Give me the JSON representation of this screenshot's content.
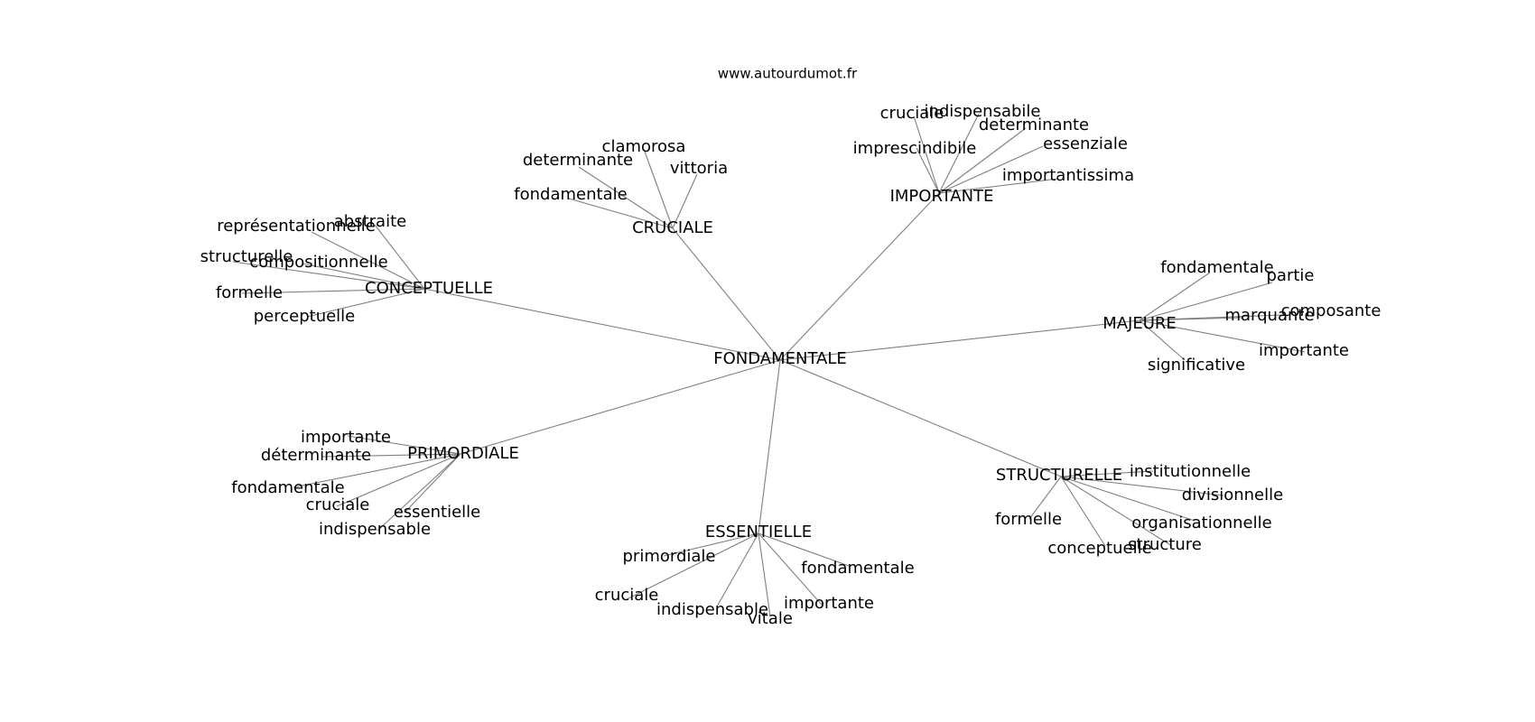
{
  "header": {
    "watermark": "www.autourdumot.fr"
  },
  "colors": {
    "edge": "#808080",
    "text": "#000000",
    "background": "#ffffff"
  },
  "graph": {
    "center": "FONDAMENTALE",
    "hubs": [
      {
        "label": "CRUCIALE",
        "leaves": [
          "clamorosa",
          "determinante",
          "vittoria",
          "fondamentale"
        ]
      },
      {
        "label": "IMPORTANTE",
        "leaves": [
          "cruciale",
          "indispensabile",
          "determinante",
          "imprescindibile",
          "essenziale",
          "importantissima"
        ]
      },
      {
        "label": "CONCEPTUELLE",
        "leaves": [
          "représentationnelle",
          "abstraite",
          "structurelle",
          "compositionnelle",
          "formelle",
          "perceptuelle"
        ]
      },
      {
        "label": "MAJEURE",
        "leaves": [
          "fondamentale",
          "partie",
          "composante",
          "marquante",
          "importante",
          "significative"
        ]
      },
      {
        "label": "PRIMORDIALE",
        "leaves": [
          "importante",
          "déterminante",
          "fondamentale",
          "cruciale",
          "essentielle",
          "indispensable"
        ]
      },
      {
        "label": "STRUCTURELLE",
        "leaves": [
          "institutionnelle",
          "divisionnelle",
          "organisationnelle",
          "structure",
          "formelle",
          "conceptuelle"
        ]
      },
      {
        "label": "ESSENTIELLE",
        "leaves": [
          "primordiale",
          "fondamentale",
          "cruciale",
          "importante",
          "indispensable",
          "vitale"
        ]
      }
    ]
  }
}
